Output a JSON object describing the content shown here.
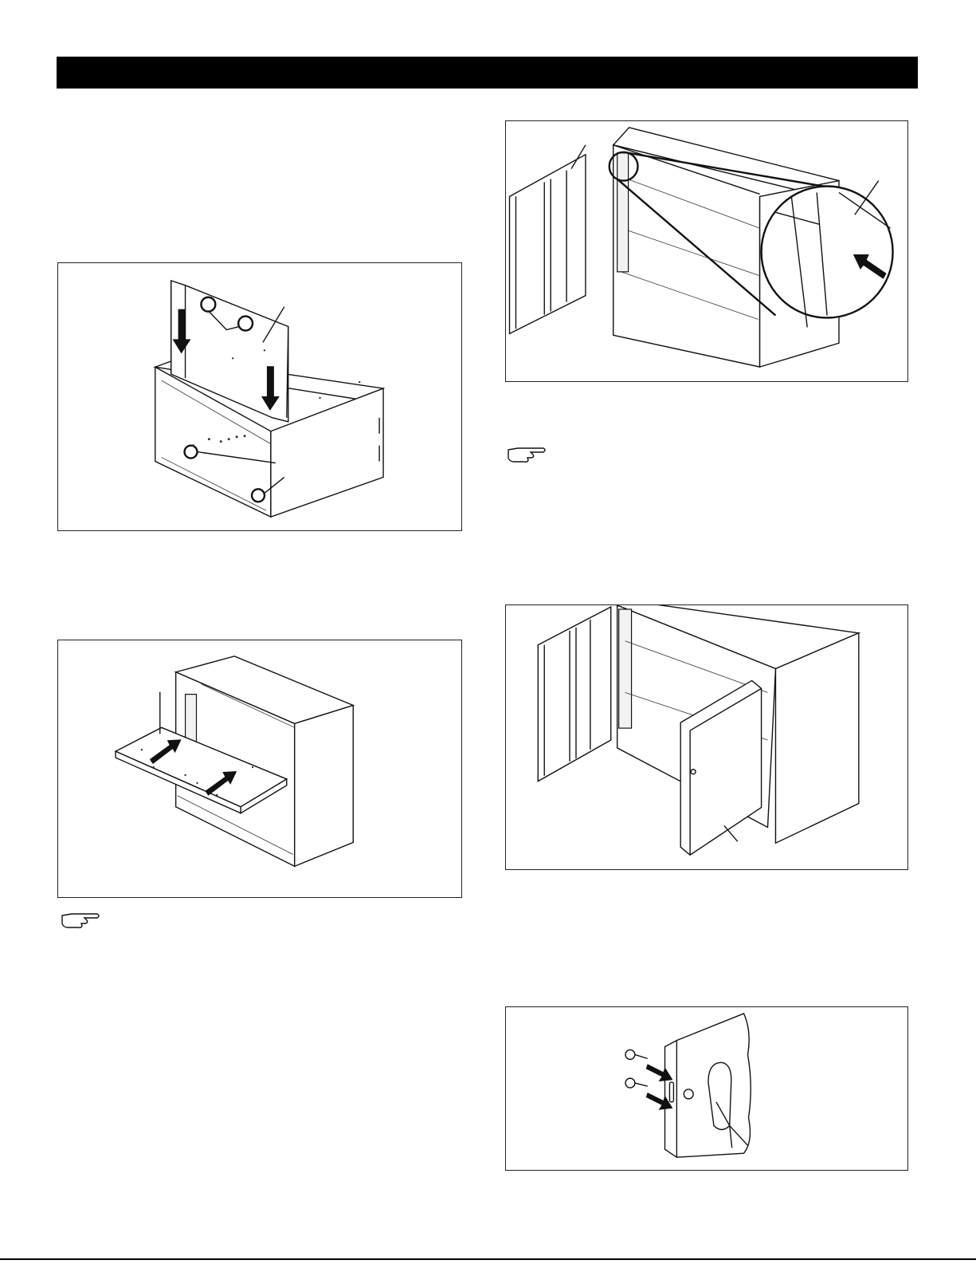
{
  "header": {
    "title": ""
  },
  "figures": [
    {
      "id": "fig-back-panel",
      "icon": "back-panel-insert-illustration"
    },
    {
      "id": "fig-shelf",
      "icon": "shelf-insert-illustration"
    },
    {
      "id": "fig-left-door",
      "icon": "left-door-hinge-illustration"
    },
    {
      "id": "fig-right-door",
      "icon": "right-door-install-illustration"
    },
    {
      "id": "fig-handle",
      "icon": "handle-screw-illustration"
    }
  ],
  "notes": [
    {
      "id": "note-1",
      "icon": "pointing-hand-icon"
    },
    {
      "id": "note-2",
      "icon": "pointing-hand-icon"
    }
  ],
  "colors": {
    "line": "#111111",
    "bar": "#000000",
    "background": "#ffffff"
  }
}
